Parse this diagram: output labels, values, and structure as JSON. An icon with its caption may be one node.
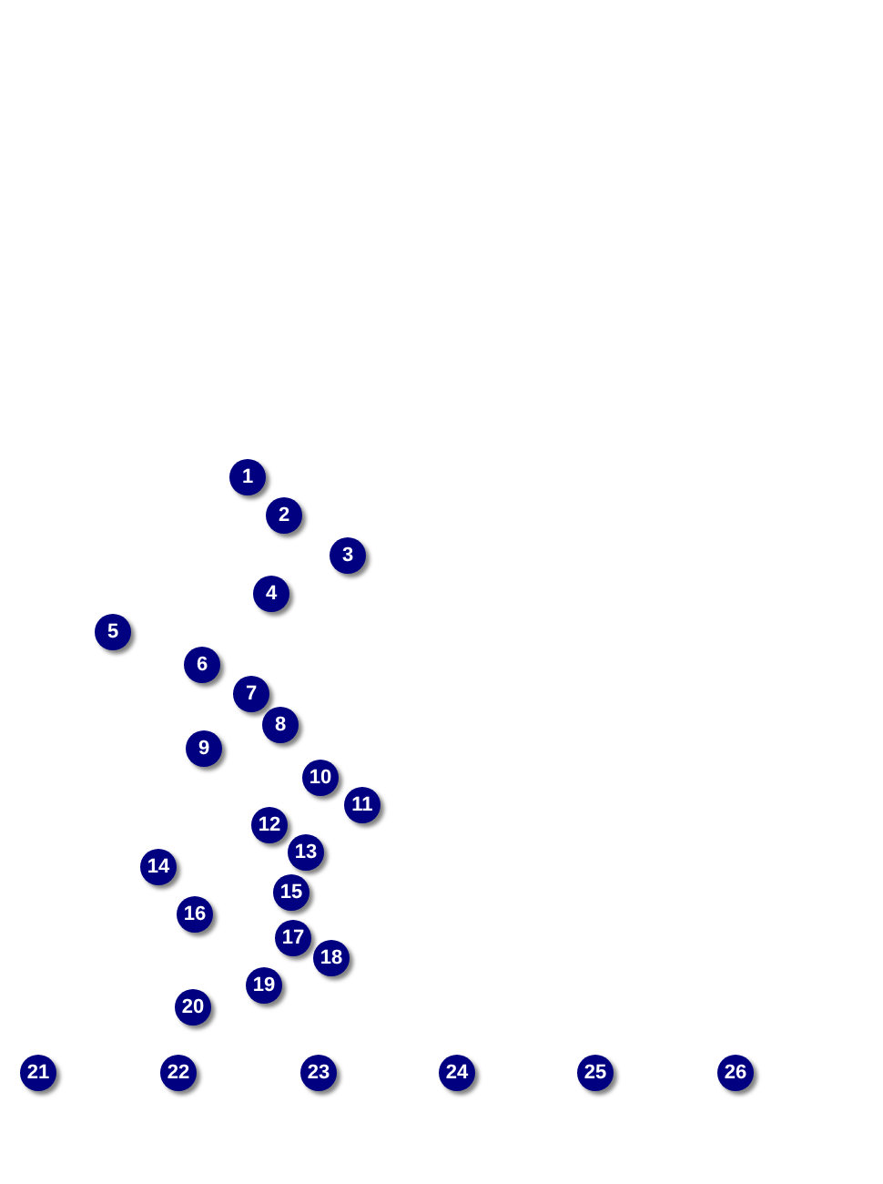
{
  "diagram": {
    "labels": [
      "1",
      "2",
      "3",
      "4",
      "5",
      "6",
      "7",
      "8",
      "9",
      "10",
      "11",
      "12",
      "13",
      "14",
      "15",
      "16",
      "17",
      "18",
      "19",
      "20",
      "21",
      "22",
      "23",
      "24",
      "25",
      "26"
    ]
  }
}
